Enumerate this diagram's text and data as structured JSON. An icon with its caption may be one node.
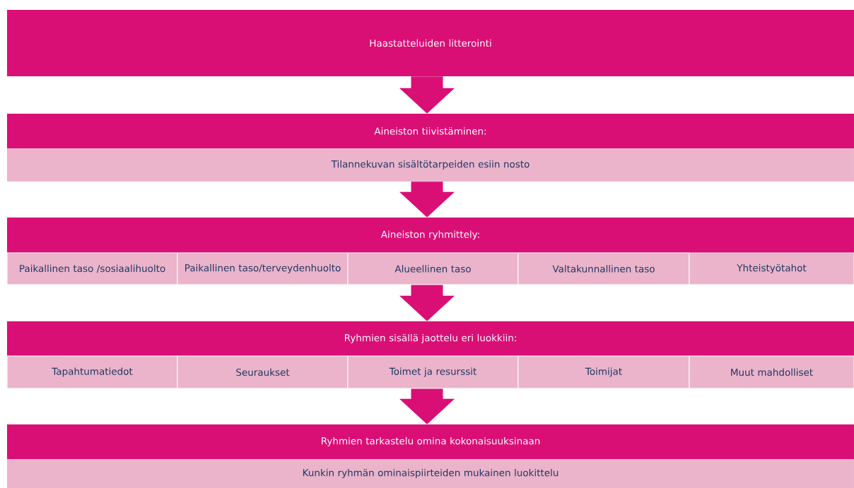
{
  "diagram": {
    "nodes": [
      {
        "text": [
          "Haastatteluiden litterointi"
        ]
      },
      {
        "text": [
          "Aineiston tiivistäminen:"
        ]
      },
      {
        "text": [
          "Tilannekuvan sisältötarpeiden esiin nosto"
        ]
      },
      {
        "text": [
          "Aineiston ryhmittely:"
        ]
      },
      {
        "text": [
          "Paikallinen taso /sosiaalihuolto"
        ]
      },
      {
        "text": [
          "Paikallinen taso/terveydenhuolto"
        ]
      },
      {
        "text": [
          "Alueellinen taso"
        ]
      },
      {
        "text": [
          "Valtakunnallinen taso"
        ]
      },
      {
        "text": [
          "Yhteistyötahot"
        ]
      },
      {
        "text": [
          "Ryhmien sisällä jaottelu eri luokkiin:"
        ]
      },
      {
        "text": [
          "Tapahtumatiedot"
        ]
      },
      {
        "text": [
          "Seuraukset"
        ]
      },
      {
        "text": [
          "Toimet ja resurssit"
        ]
      },
      {
        "text": [
          "Toimijat"
        ]
      },
      {
        "text": [
          "Muut mahdolliset"
        ]
      },
      {
        "text": [
          "Ryhmien tarkastelu omina kokonaisuuksinaan"
        ]
      },
      {
        "text": [
          "Kunkin ryhmän ominaispiirteiden mukainen luokittelu"
        ]
      }
    ],
    "edges": [
      {
        "from": 0,
        "to": 1,
        "arrow": "to"
      },
      {
        "from": 2,
        "to": 3,
        "arrow": "to"
      },
      {
        "from": 6,
        "to": 9,
        "arrow": "to"
      },
      {
        "from": 12,
        "to": 15,
        "arrow": "to"
      }
    ]
  }
}
